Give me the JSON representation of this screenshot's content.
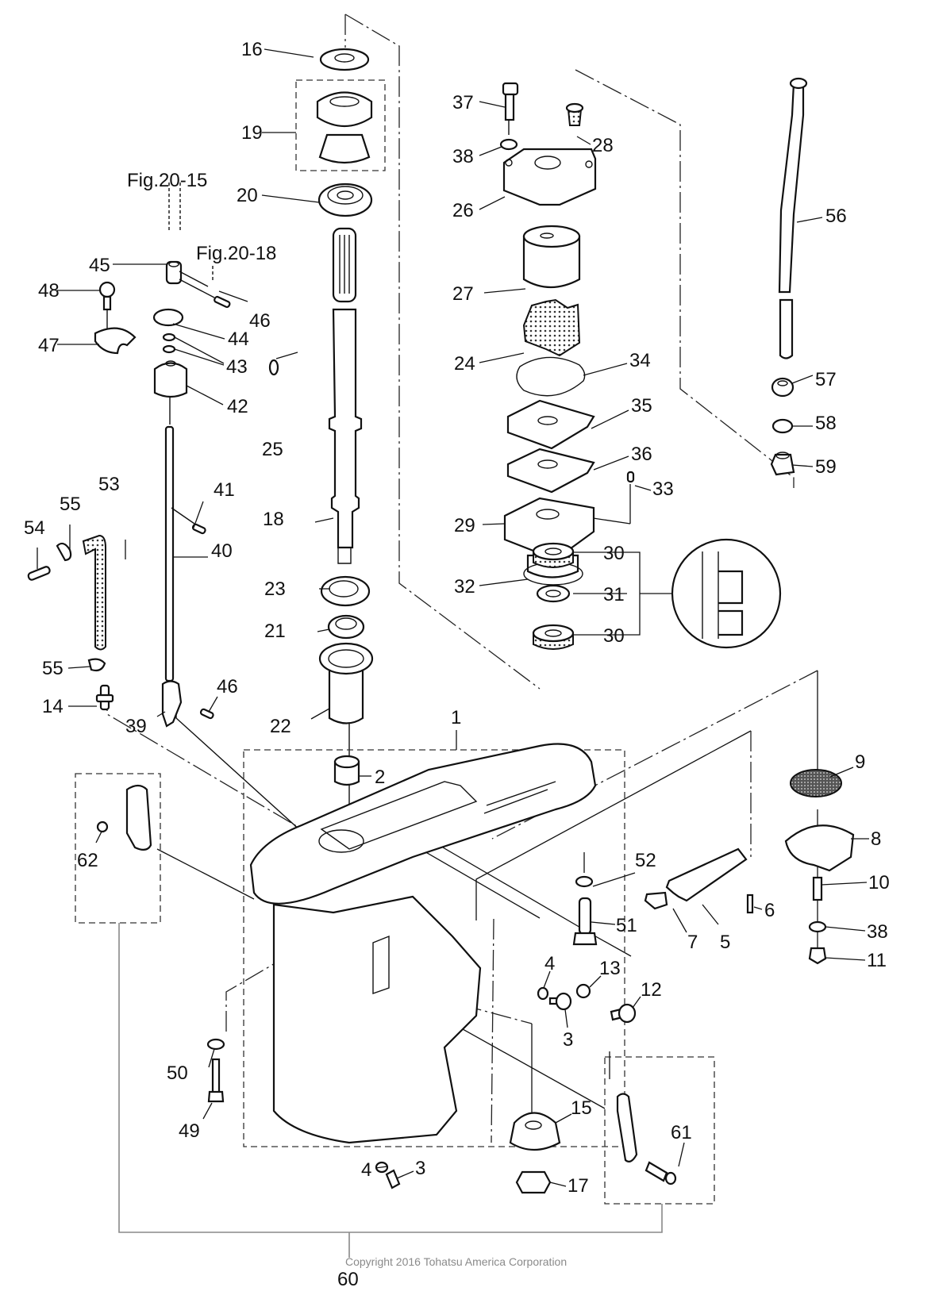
{
  "diagram": {
    "type": "exploded-parts-diagram",
    "subject": "Outboard lower unit / gear case and water pump",
    "copyright": "Copyright 2016 Tohatsu America Corporation",
    "figure_refs": [
      "Fig.20-15",
      "Fig.20-18"
    ],
    "part_numbers": [
      "1",
      "2",
      "3",
      "3",
      "4",
      "4",
      "5",
      "6",
      "7",
      "8",
      "9",
      "10",
      "11",
      "12",
      "13",
      "14",
      "15",
      "16",
      "17",
      "18",
      "19",
      "20",
      "21",
      "22",
      "23",
      "24",
      "25",
      "26",
      "27",
      "28",
      "29",
      "30",
      "30",
      "31",
      "32",
      "33",
      "34",
      "35",
      "36",
      "37",
      "38",
      "38",
      "39",
      "40",
      "41",
      "42",
      "43",
      "44",
      "45",
      "46",
      "46",
      "47",
      "48",
      "49",
      "50",
      "51",
      "52",
      "53",
      "54",
      "55",
      "55",
      "56",
      "57",
      "58",
      "59",
      "60",
      "61",
      "62"
    ],
    "labels": {
      "p1": "1",
      "p2": "2",
      "p3a": "3",
      "p3b": "3",
      "p4a": "4",
      "p4b": "4",
      "p5": "5",
      "p6": "6",
      "p7": "7",
      "p8": "8",
      "p9": "9",
      "p10": "10",
      "p11": "11",
      "p12": "12",
      "p13": "13",
      "p14": "14",
      "p15": "15",
      "p16": "16",
      "p17": "17",
      "p18": "18",
      "p19": "19",
      "p20": "20",
      "p21": "21",
      "p22": "22",
      "p23": "23",
      "p24": "24",
      "p25": "25",
      "p26": "26",
      "p27": "27",
      "p28": "28",
      "p29": "29",
      "p30a": "30",
      "p30b": "30",
      "p31": "31",
      "p32": "32",
      "p33": "33",
      "p34": "34",
      "p35": "35",
      "p36": "36",
      "p37": "37",
      "p38a": "38",
      "p38b": "38",
      "p39": "39",
      "p40": "40",
      "p41": "41",
      "p42": "42",
      "p43": "43",
      "p44": "44",
      "p45": "45",
      "p46a": "46",
      "p46b": "46",
      "p47": "47",
      "p48": "48",
      "p49": "49",
      "p50": "50",
      "p51": "51",
      "p52": "52",
      "p53": "53",
      "p54": "54",
      "p55a": "55",
      "p55b": "55",
      "p56": "56",
      "p57": "57",
      "p58": "58",
      "p59": "59",
      "p60": "60",
      "p61": "61",
      "p62": "62",
      "fig2015": "Fig.20-15",
      "fig2018": "Fig.20-18"
    }
  }
}
